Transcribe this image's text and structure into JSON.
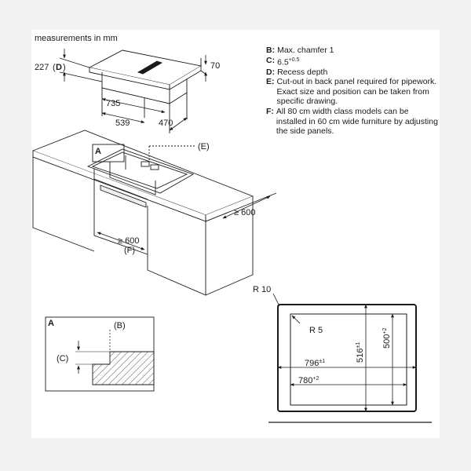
{
  "header": {
    "units": "measurements in mm"
  },
  "notes": [
    {
      "key": "B",
      "text": "Max. chamfer 1"
    },
    {
      "key": "C",
      "text": "6.5",
      "sup": "+0.5"
    },
    {
      "key": "D",
      "text": "Recess depth"
    },
    {
      "key": "E",
      "text": "Cut-out in back panel required for pipework. Exact size and position can be taken from specific drawing."
    },
    {
      "key": "F",
      "text": "All 80 cm width class models can be installed in 60 cm wide furniture by adjusting the side panels."
    }
  ],
  "hob": {
    "depth_value": "227",
    "depth_key": "D",
    "height": "70",
    "width_outer": "735",
    "width_inner": "539",
    "depth": "470"
  },
  "cabinet": {
    "cutout_label": "(E)",
    "worktop_depth": "≥ 600",
    "inner_width": "≥ 600",
    "inner_width_key": "(F)",
    "detail_key": "A"
  },
  "detail": {
    "title": "A",
    "chamfer_key": "(B)",
    "step_key": "(C)"
  },
  "cutout": {
    "outer_radius": "R 10",
    "inner_radius": "R 5",
    "width_796": "796",
    "tol_796": "±1",
    "width_780": "780",
    "tol_780": "+2",
    "height_516": "516",
    "tol_516": "±1",
    "height_500": "500",
    "tol_500": "+2"
  }
}
